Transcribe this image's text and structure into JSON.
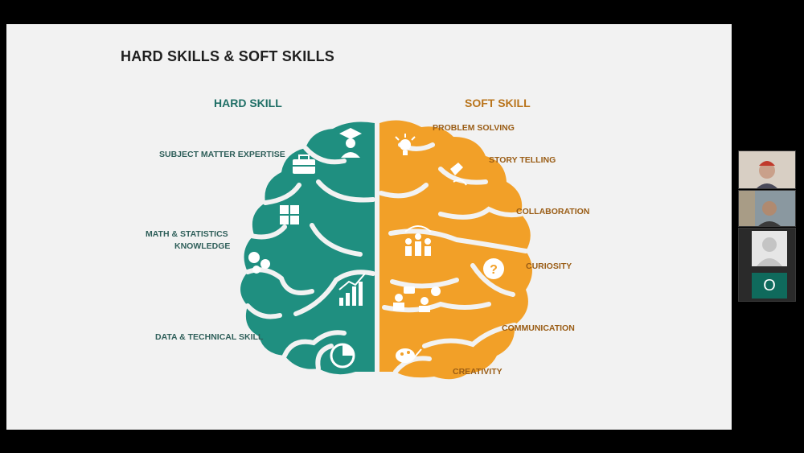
{
  "slide": {
    "title": "HARD SKILLS & SOFT SKILLS",
    "hard_heading": "HARD SKILL",
    "soft_heading": "SOFT SKILL",
    "hard_skills": [
      "SUBJECT MATTER EXPERTISE",
      "MATH & STATISTICS",
      "KNOWLEDGE",
      "DATA & TECHNICAL SKILL"
    ],
    "soft_skills": [
      "PROBLEM SOLVING",
      "STORY TELLING",
      "COLLABORATION",
      "CURIOSITY",
      "COMMUNICATION",
      "CREATIVITY"
    ],
    "colors": {
      "hard": "#1f8f80",
      "soft": "#f2a028",
      "background": "#f2f2f2"
    }
  },
  "participants": {
    "self_initial": "O"
  },
  "icons": [
    "graduation-cap-icon",
    "briefcase-icon",
    "calculator-icon",
    "gears-icon",
    "bar-chart-icon",
    "pie-chart-icon",
    "lightbulb-icon",
    "pen-icon",
    "team-icon",
    "question-icon",
    "chat-icon",
    "palette-icon"
  ]
}
